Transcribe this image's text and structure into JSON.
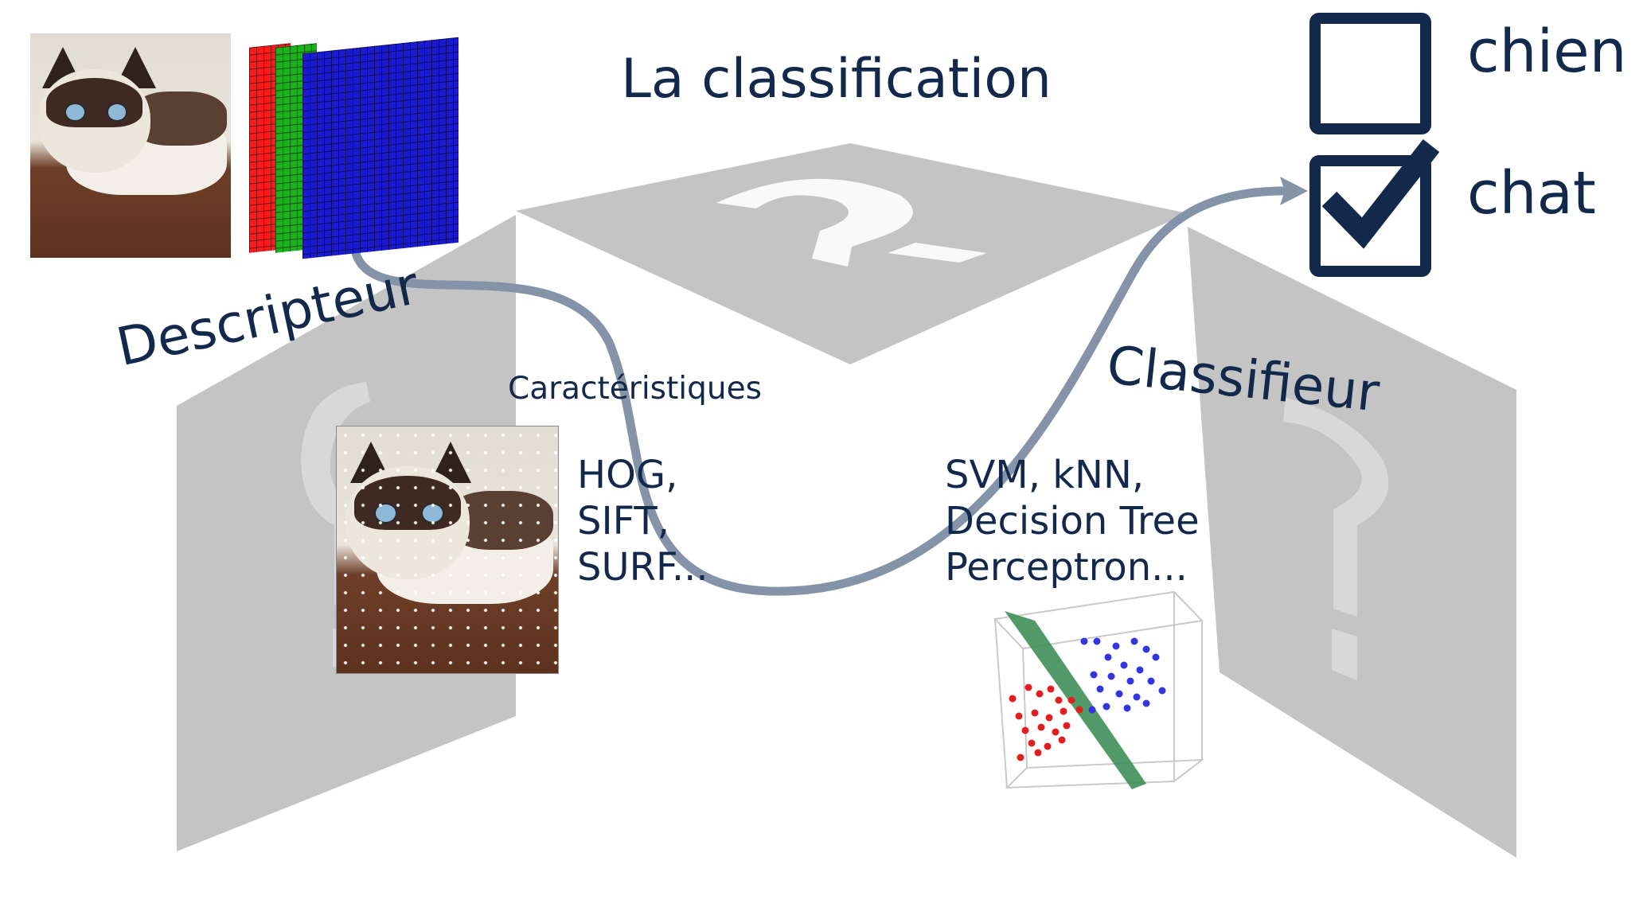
{
  "title": "La classification",
  "labels": {
    "descripteur": "Descripteur",
    "caracteristiques": "Caractéristiques",
    "classifieur": "Classifieur"
  },
  "features": [
    "HOG,",
    "SIFT,",
    "SURF..."
  ],
  "algorithms": [
    "SVM, kNN,",
    "Decision Tree",
    "Perceptron..."
  ],
  "options": [
    {
      "label": "chien",
      "checked": false
    },
    {
      "label": "chat",
      "checked": true
    }
  ],
  "icons": [
    "question-mark-icon",
    "checkbox-icon",
    "checkmark-icon",
    "flow-arrow-icon"
  ],
  "colors": {
    "text": "#13294b",
    "panel": "#c4c4c4",
    "arrow": "#8593a8",
    "channel_red": "#ff1a1a",
    "channel_green": "#19b319",
    "channel_blue": "#1a1ad0",
    "class_red": "#e02020",
    "class_blue": "#3535e0",
    "hyperplane": "#3f8f5a"
  }
}
